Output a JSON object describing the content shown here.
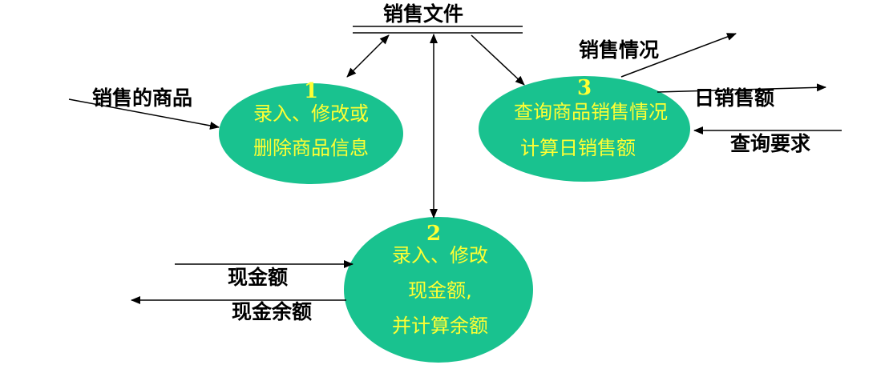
{
  "store": {
    "label": "销售文件"
  },
  "processes": [
    {
      "number": "1",
      "lines": [
        "录入、修改或",
        "删除商品信息"
      ]
    },
    {
      "number": "3",
      "lines": [
        "查询商品销售情况",
        "计算日销售额"
      ]
    },
    {
      "number": "2",
      "lines": [
        "录入、修改",
        "现金额,",
        "并计算余额"
      ]
    }
  ],
  "flows": {
    "input_goods": "销售的商品",
    "sales_status": "销售情况",
    "daily_sales": "日销售额",
    "query_request": "查询要求",
    "cash_amount": "现金额",
    "cash_balance": "现金余额"
  },
  "colors": {
    "process_fill": "#19c28f",
    "process_text": "#ffff33"
  }
}
